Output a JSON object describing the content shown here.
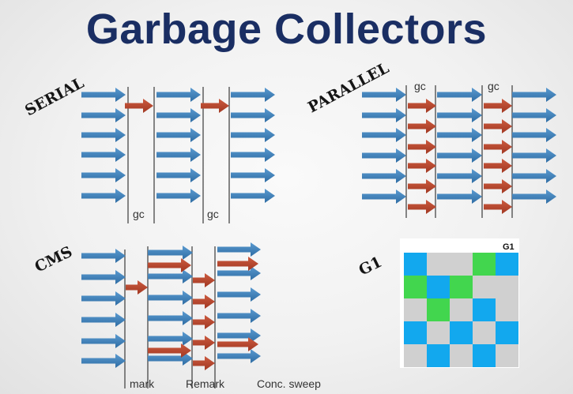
{
  "title": "Garbage Collectors",
  "colors": {
    "title": "#1a2e63",
    "app_arrow": "#3f7fb5",
    "gc_arrow": "#b7462f",
    "region_cyan": "#12a8ee",
    "region_green": "#42d64e",
    "region_grey": "#d0d0d0"
  },
  "serial": {
    "label": "SERIAL",
    "gc_labels": [
      "gc",
      "gc"
    ]
  },
  "parallel": {
    "label": "PARALLEL",
    "gc_labels": [
      "gc",
      "gc"
    ]
  },
  "cms": {
    "label": "CMS",
    "phase_labels": [
      "mark",
      "Remark",
      "Conc. sweep"
    ]
  },
  "g1": {
    "label": "G1",
    "corner_label": "G1"
  }
}
